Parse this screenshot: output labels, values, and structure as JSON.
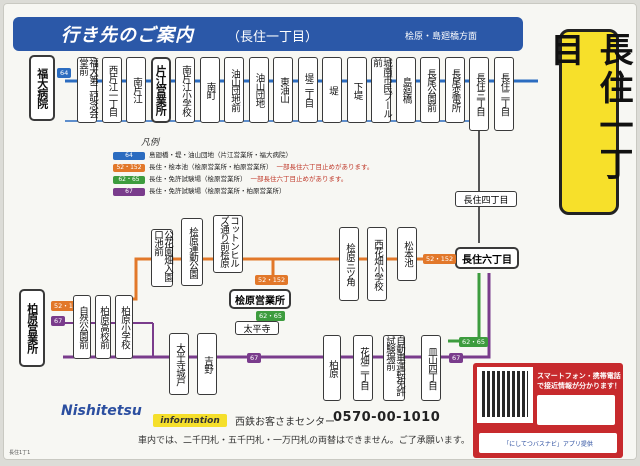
{
  "header": {
    "title": "行き先のご案内",
    "subtitle": "（長住一丁目）",
    "direction": "桧原・島廻橋方面"
  },
  "current_stop": "長住一丁目",
  "top_row_stops": [
    "福大第二記念会堂前",
    "西片江一丁目",
    "南片江",
    "片江営業所",
    "南片江小学校",
    "南町",
    "油山団地前",
    "油山団地",
    "東油山",
    "堤二丁目",
    "堤",
    "下堤",
    "城南市民プール前",
    "島廻橋",
    "長尾公園前",
    "長尾変電所",
    "長住三丁目",
    "長住二丁目"
  ],
  "fukudai": "福大病院",
  "legend": {
    "title": "凡例",
    "rows": [
      {
        "tag": "64",
        "color": "#2b6cc0",
        "text": "島廻橋・堤・油山団地（片江営業所・福大病院）",
        "note": ""
      },
      {
        "tag": "52・152",
        "color": "#e2782a",
        "text": "長住・桧本池（桧原営業所・柏原営業所）",
        "note": "一部長住六丁目止めがあります。"
      },
      {
        "tag": "62・65",
        "color": "#3d9c3e",
        "text": "長住・免許試験場（桧原営業所）",
        "note": "一部長住六丁目止めがあります。"
      },
      {
        "tag": "67",
        "color": "#7a3c8c",
        "text": "長住・免許試験場（桧原営業所・柏原営業所）",
        "note": ""
      }
    ]
  },
  "route_tags": {
    "r64": "64",
    "r52": "52・152",
    "r62": "62・65",
    "r67": "67"
  },
  "mid_stops": {
    "nagazumi4": "長住四丁目",
    "nagazumi6": "長住六丁目",
    "hibaru_eigyo": "桧原営業所",
    "taiheiji": "太平寺",
    "kashiwara_eigyo": "柏原営業所"
  },
  "upper_stops": [
    "公花園畑入園口池前",
    "桧原運動公園",
    "コットンヒルズ通り前桧原",
    "桧原三ツ角",
    "西花畑小学校",
    "松本池"
  ],
  "lower_stops": [
    "自然公園前",
    "柏原高校前",
    "柏原小学校",
    "大平寺城戸",
    "吉野",
    "柏原",
    "花畑二丁目",
    "自動車運転免許試験場前",
    "皿山四丁目"
  ],
  "footer": {
    "logo": "Nishitetsu",
    "info_label": "information",
    "center_name": "西鉄お客さまセンター",
    "phone": "0570-00-1010",
    "fare_note": "車内では、二千円札・五千円札・一万円札の両替はできません。ご了承願います。",
    "small_note": "長住1丁1",
    "ad_text": "スマートフォン・携帯電話で接近情報が分かります！",
    "ad_app": "「にしてつバスナビ」アプリ提供"
  },
  "colors": {
    "blue": "#2b6cc0",
    "orange": "#e2782a",
    "green": "#3d9c3e",
    "purple": "#7a3c8c",
    "header": "#2b58a8"
  }
}
